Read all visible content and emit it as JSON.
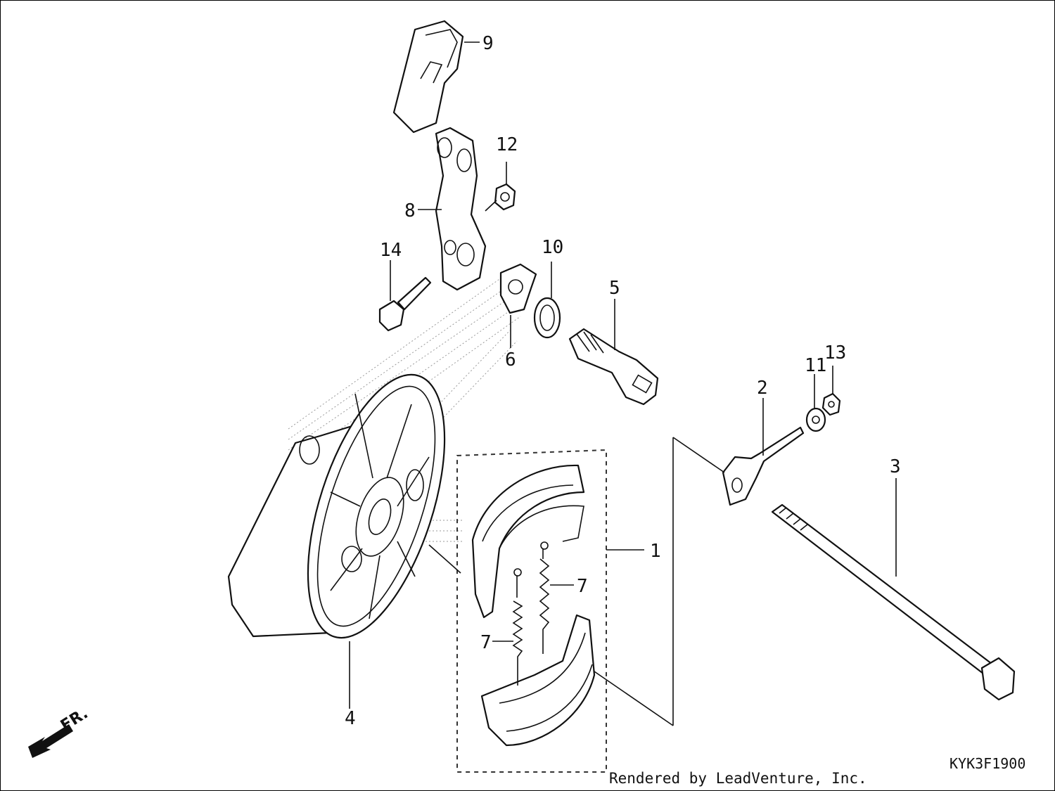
{
  "diagram": {
    "callouts": {
      "c1": "1",
      "c2": "2",
      "c3": "3",
      "c4": "4",
      "c5": "5",
      "c6": "6",
      "c7a": "7",
      "c7b": "7",
      "c8": "8",
      "c9": "9",
      "c10": "10",
      "c11": "11",
      "c12": "12",
      "c13": "13",
      "c14": "14"
    },
    "direction_label": "FR.",
    "drawing_code": "KYK3F1900",
    "credit": "Rendered by LeadVenture, Inc."
  }
}
